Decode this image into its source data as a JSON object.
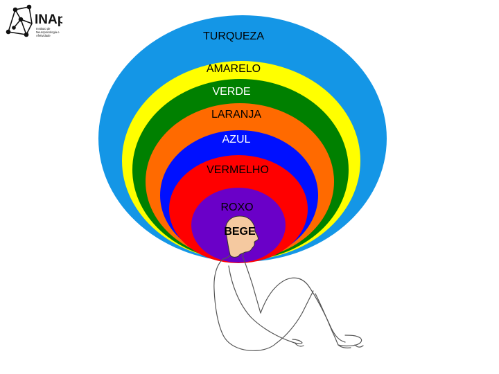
{
  "logo": {
    "name": "INAp",
    "subtitle_line1": "Instituto de",
    "subtitle_line2": "Neuropsicologia e",
    "subtitle_line3": "Afetividade"
  },
  "layers": [
    {
      "label": "TURQUEZA",
      "color": "#1496e6"
    },
    {
      "label": "AMARELO",
      "color": "#ffff00"
    },
    {
      "label": "VERDE",
      "color": "#008000"
    },
    {
      "label": "LARANJA",
      "color": "#ff6a00"
    },
    {
      "label": "AZUL",
      "color": "#0010ff"
    },
    {
      "label": "VERMELHO",
      "color": "#ff0000"
    },
    {
      "label": "ROXO",
      "color": "#6a00c8"
    }
  ],
  "head_label": "BEGE",
  "head_color": "#f5c9a0"
}
